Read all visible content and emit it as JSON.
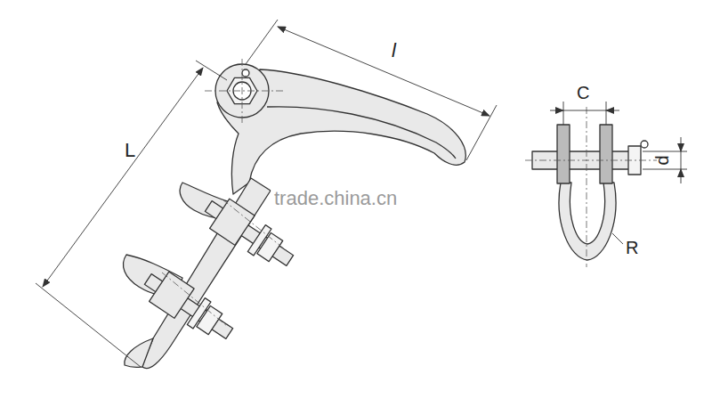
{
  "diagram": {
    "labels": [
      "l",
      "L",
      "C",
      "d",
      "R",
      "trade.china.cn"
    ]
  }
}
